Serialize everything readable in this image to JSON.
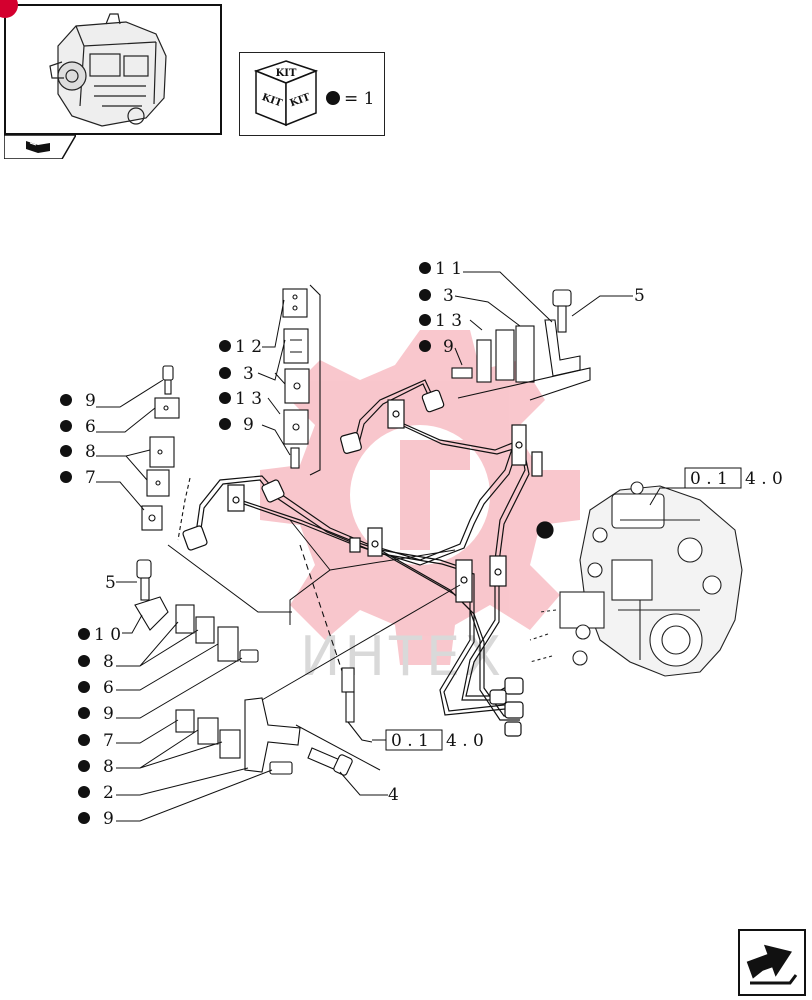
{
  "kit": {
    "cube_label": "KIT",
    "legend_text": "= 1"
  },
  "watermark_text": "ИНТЕХ",
  "references": [
    {
      "id": "ref-top",
      "boxed": "0 . 1",
      "rest": "4 . 0"
    },
    {
      "id": "ref-bottom",
      "boxed": "0 . 1",
      "rest": "4 . 0"
    }
  ],
  "callouts": [
    {
      "id": "c-11",
      "text": "1 1",
      "dot": true
    },
    {
      "id": "c-3a",
      "text": "3",
      "dot": true
    },
    {
      "id": "c-13a",
      "text": "1 3",
      "dot": true
    },
    {
      "id": "c-9a",
      "text": "9",
      "dot": true
    },
    {
      "id": "c-5a",
      "text": "5",
      "dot": false
    },
    {
      "id": "c-12",
      "text": "1 2",
      "dot": true
    },
    {
      "id": "c-3b",
      "text": "3",
      "dot": true
    },
    {
      "id": "c-13b",
      "text": "1 3",
      "dot": true
    },
    {
      "id": "c-9b",
      "text": "9",
      "dot": true
    },
    {
      "id": "c-9c",
      "text": "9",
      "dot": true
    },
    {
      "id": "c-6a",
      "text": "6",
      "dot": true
    },
    {
      "id": "c-8a",
      "text": "8",
      "dot": true
    },
    {
      "id": "c-7a",
      "text": "7",
      "dot": true
    },
    {
      "id": "c-5b",
      "text": "5",
      "dot": false
    },
    {
      "id": "c-10",
      "text": "1 0",
      "dot": true
    },
    {
      "id": "c-8b",
      "text": "8",
      "dot": true
    },
    {
      "id": "c-6b",
      "text": "6",
      "dot": true
    },
    {
      "id": "c-9d",
      "text": "9",
      "dot": true
    },
    {
      "id": "c-7b",
      "text": "7",
      "dot": true
    },
    {
      "id": "c-8c",
      "text": "8",
      "dot": true
    },
    {
      "id": "c-2",
      "text": "2",
      "dot": true
    },
    {
      "id": "c-9e",
      "text": "9",
      "dot": true
    },
    {
      "id": "c-4",
      "text": "4",
      "dot": false
    }
  ]
}
